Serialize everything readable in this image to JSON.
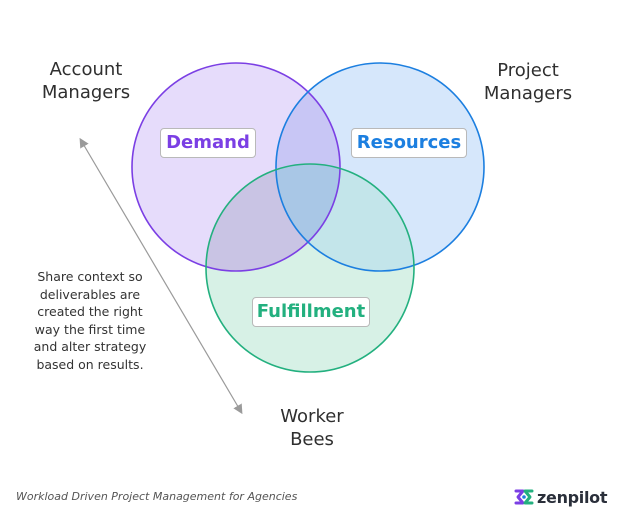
{
  "groups": {
    "account_managers": [
      "Account",
      "Managers"
    ],
    "project_managers": [
      "Project",
      "Managers"
    ],
    "worker_bees": [
      "Worker",
      "Bees"
    ]
  },
  "circles": {
    "demand": {
      "label": "Demand",
      "fill": "#e6dcfb",
      "stroke": "#7b3fe4",
      "text_color": "#7b3fe4"
    },
    "resources": {
      "label": "Resources",
      "fill": "#d6e7fb",
      "stroke": "#1c7fe0",
      "text_color": "#1c7fe0"
    },
    "fulfillment": {
      "label": "Fulfillment",
      "fill": "#d7f1e6",
      "stroke": "#23b07f",
      "text_color": "#23b07f"
    }
  },
  "overlap_colors": {
    "demand_resources": "#c8c6f5",
    "demand_fulfillment": "#c9c4e4",
    "resources_fulfillment": "#c3e5ea",
    "center": "#a9c7e6"
  },
  "note": "Share context so deliverables are created the right way the first time and alter strategy based on results.",
  "footer": {
    "caption": "Workload Driven Project Management for Agencies",
    "brand": "zenpilot",
    "logo_icon": "zenpilot-logo-icon"
  }
}
